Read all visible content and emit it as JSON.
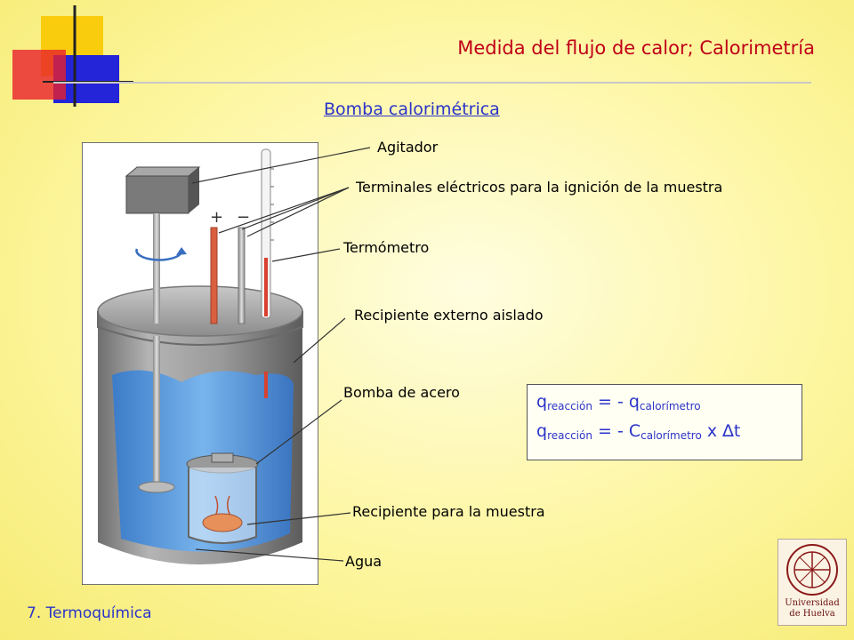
{
  "header": {
    "title": "Medida del flujo de calor; Calorimetría",
    "subtitle": "Bomba calorimétrica"
  },
  "labels": {
    "agitador": "Agitador",
    "terminales": "Terminales eléctricos para la ignición de la muestra",
    "termometro": "Termómetro",
    "recipiente_externo": "Recipiente externo aislado",
    "bomba": "Bomba de acero",
    "recipiente_muestra": "Recipiente para la muestra",
    "agua": "Agua"
  },
  "diagram": {
    "plus": "+",
    "minus": "−"
  },
  "formula": {
    "line1": {
      "sym": "q",
      "sub": "reacción",
      "rest": " =  - q",
      "sub2": "calorímetro"
    },
    "line2": {
      "sym": "q",
      "sub": "reacción",
      "rest": " = - C",
      "sub2": "calorímetro",
      "tail": " x  ∆t"
    }
  },
  "footer": {
    "section": "7. Termoquímica"
  },
  "logo": {
    "line1": "Universidad",
    "line2": "de Huelva"
  },
  "colors": {
    "title": "#c00018",
    "accent_blue": "#2b34c8",
    "deco_yellow": "#f8c800",
    "deco_red": "#e8202c",
    "deco_blue": "#2424d8",
    "water": "#5a9ad8"
  }
}
